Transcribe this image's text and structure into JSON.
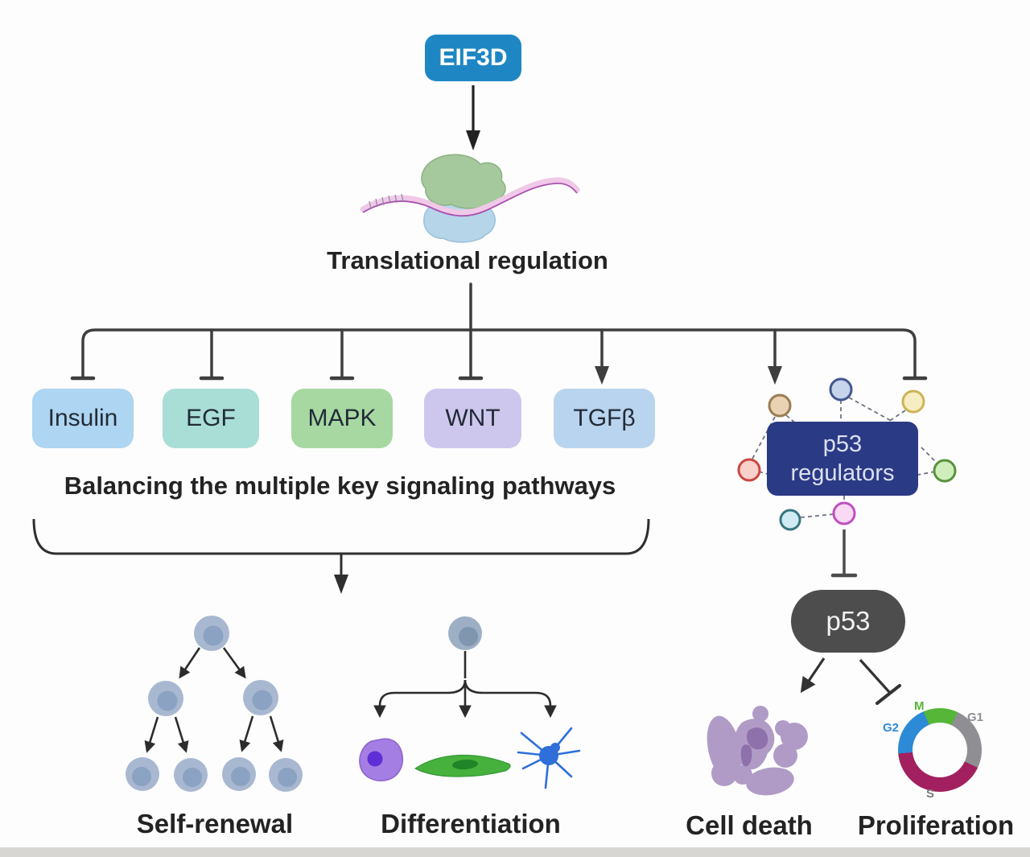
{
  "figure": {
    "eif3d": "EIF3D",
    "translational_regulation": "Translational regulation",
    "balancing": "Balancing the multiple key signaling pathways",
    "p53_regulators_line1": "p53",
    "p53_regulators_line2": "regulators",
    "p53": "p53",
    "outcomes": {
      "self_renewal": "Self-renewal",
      "differentiation": "Differentiation",
      "cell_death": "Cell death",
      "proliferation": "Proliferation"
    }
  },
  "pathways": [
    {
      "label": "Insulin",
      "bg": "#aed5f1"
    },
    {
      "label": "EGF",
      "bg": "#a9ded6"
    },
    {
      "label": "MAPK",
      "bg": "#a7d8a2"
    },
    {
      "label": "WNT",
      "bg": "#cec7ed"
    },
    {
      "label": "TGFβ",
      "bg": "#b9d4ee"
    }
  ],
  "regulator_circles": [
    {
      "name": "top-blue",
      "fill": "#c6d4ec",
      "stroke": "#44568e"
    },
    {
      "name": "tan",
      "fill": "#e9d2b4",
      "stroke": "#9a7d52"
    },
    {
      "name": "yellow",
      "fill": "#f6eec2",
      "stroke": "#cdb456"
    },
    {
      "name": "red",
      "fill": "#f8d0cc",
      "stroke": "#c94840"
    },
    {
      "name": "green",
      "fill": "#cfeebc",
      "stroke": "#58933c"
    },
    {
      "name": "magenta",
      "fill": "#f8daf4",
      "stroke": "#bf4fc0"
    },
    {
      "name": "cyan",
      "fill": "#d0ebf4",
      "stroke": "#37767f"
    }
  ],
  "cell_cycle": {
    "from_deg": 25,
    "segments": [
      {
        "label": "G1",
        "color": "#8f8f93",
        "sweep_deg": 90
      },
      {
        "label": "S",
        "color": "#a2205f",
        "sweep_deg": 150
      },
      {
        "label": "G2",
        "color": "#2d8ad6",
        "sweep_deg": 72
      },
      {
        "label": "M",
        "color": "#55b637",
        "sweep_deg": 48
      }
    ]
  },
  "colors": {
    "eif3d_bg": "#1e87c3",
    "p53_regulators_bg": "#2b3a85",
    "p53_bg": "#4d4d4d",
    "line": "#3e3e3e"
  }
}
